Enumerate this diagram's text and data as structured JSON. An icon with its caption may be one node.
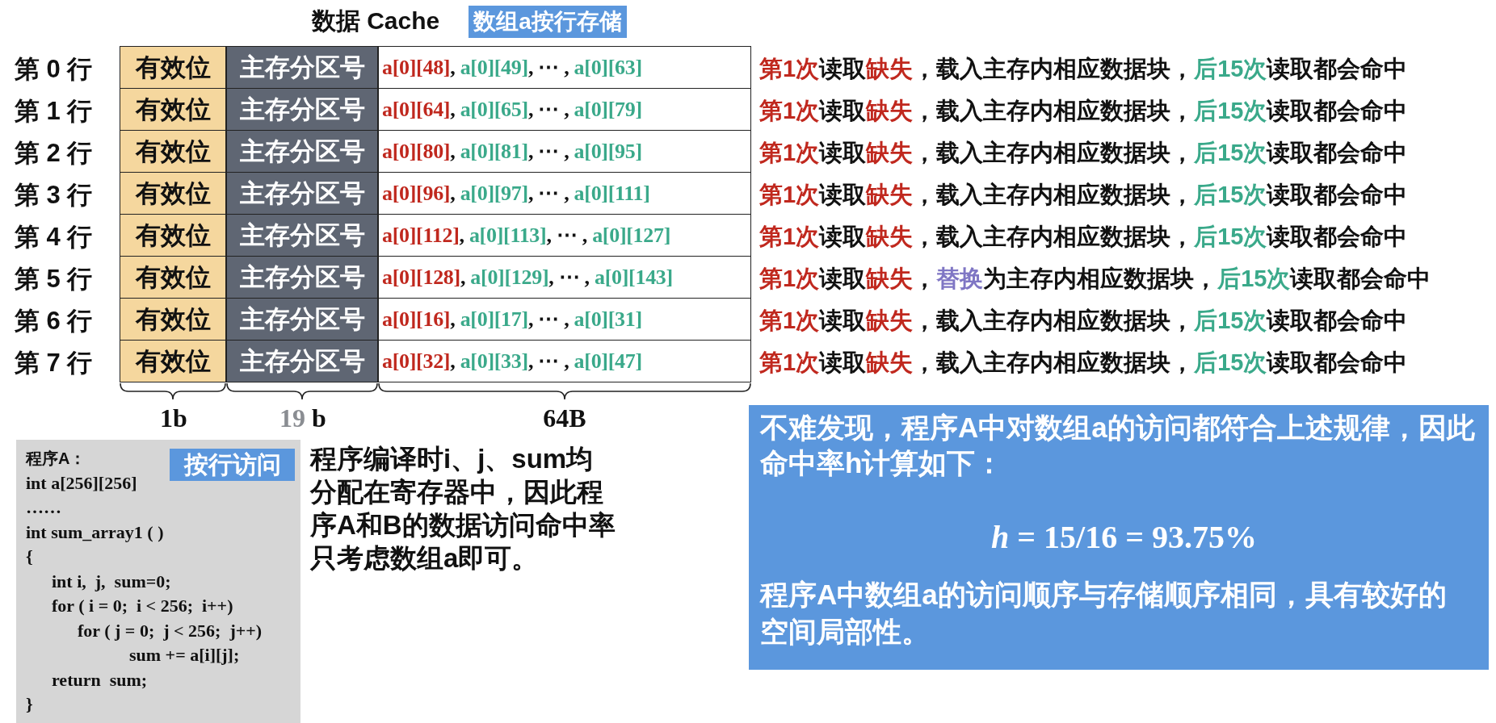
{
  "diagram": {
    "title": "数据 Cache",
    "nodes": [
      {
        "text": [
          "数组a按行存储"
        ]
      },
      {
        "text": [
          "有效位"
        ]
      },
      {
        "text": [
          "主存分区号"
        ]
      },
      {
        "text": [
          "a[0][48], a[0][49], ⋯ , a[0][63]"
        ]
      },
      {
        "text": [
          "有效位"
        ]
      },
      {
        "text": [
          "主存分区号"
        ]
      },
      {
        "text": [
          "a[0][64], a[0][65], ⋯ , a[0][79]"
        ]
      },
      {
        "text": [
          "有效位"
        ]
      },
      {
        "text": [
          "主存分区号"
        ]
      },
      {
        "text": [
          "a[0][80], a[0][81], ⋯ , a[0][95]"
        ]
      },
      {
        "text": [
          "有效位"
        ]
      },
      {
        "text": [
          "主存分区号"
        ]
      },
      {
        "text": [
          "a[0][96], a[0][97], ⋯ , a[0][111]"
        ]
      },
      {
        "text": [
          "有效位"
        ]
      },
      {
        "text": [
          "主存分区号"
        ]
      },
      {
        "text": [
          "a[0][112], a[0][113], ⋯ , a[0][127]"
        ]
      },
      {
        "text": [
          "有效位"
        ]
      },
      {
        "text": [
          "主存分区号"
        ]
      },
      {
        "text": [
          "a[0][128], a[0][129], ⋯ , a[0][143]"
        ]
      },
      {
        "text": [
          "有效位"
        ]
      },
      {
        "text": [
          "主存分区号"
        ]
      },
      {
        "text": [
          "a[0][16], a[0][17], ⋯ , a[0][31]"
        ]
      },
      {
        "text": [
          "有效位"
        ]
      },
      {
        "text": [
          "主存分区号"
        ]
      },
      {
        "text": [
          "a[0][32], a[0][33], ⋯ , a[0][47]"
        ]
      },
      {
        "text": [
          "程序A：",
          "int a[256][256]",
          "……",
          "int sum_array1 ( )",
          "{",
          "int i,  j,  sum=0;",
          "for ( i = 0;  i < 256;  i++)",
          "for ( j = 0;  j < 256;  j++)",
          "sum += a[i][j];",
          "return  sum;",
          "}"
        ]
      },
      {
        "text": [
          "按行访问"
        ],
        "in": 25
      },
      {
        "text": [
          "不难发现，程序A中对数组a的访问都符合上述规律，因此命中率h计算如下：",
          "h = 15/16 = 93.75%",
          "程序A中数组a的访问顺序与存储顺序相同，具有较好的空间局部性。"
        ]
      }
    ],
    "labels": [
      "第 0 行",
      "第1次读取缺失，载入主存内相应数据块，后15次读取都会命中",
      "第 1 行",
      "第1次读取缺失，载入主存内相应数据块，后15次读取都会命中",
      "第 2 行",
      "第1次读取缺失，载入主存内相应数据块，后15次读取都会命中",
      "第 3 行",
      "第1次读取缺失，载入主存内相应数据块，后15次读取都会命中",
      "第 4 行",
      "第1次读取缺失，载入主存内相应数据块，后15次读取都会命中",
      "第 5 行",
      "第1次读取缺失，替换为主存内相应数据块，后15次读取都会命中",
      "第 6 行",
      "第1次读取缺失，载入主存内相应数据块，后15次读取都会命中",
      "第 7 行",
      "第1次读取缺失，载入主存内相应数据块，后15次读取都会命中",
      "1b",
      "19 b",
      "64B",
      "程序编译时i、j、sum均分配在寄存器中，因此程序A和B的数据访问命中率只考虑数组a即可。"
    ]
  }
}
